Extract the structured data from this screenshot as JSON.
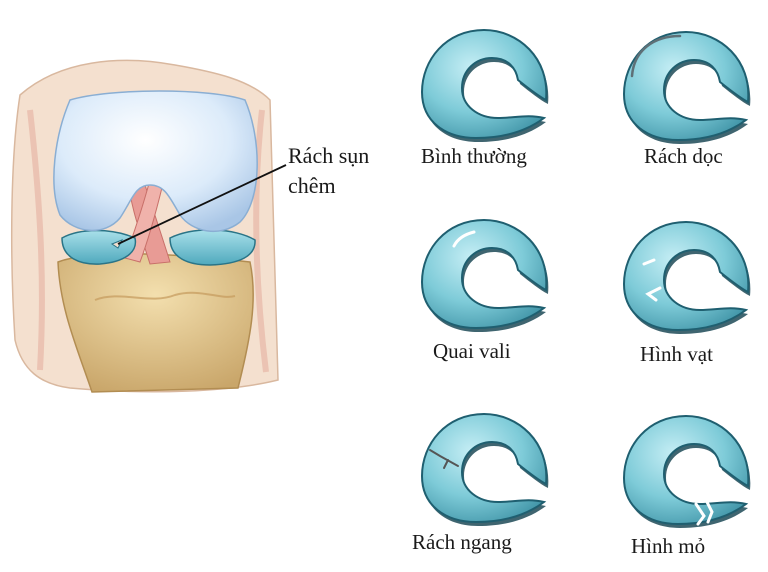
{
  "knee": {
    "callout_line1": "Rách sụn",
    "callout_line2": "chêm"
  },
  "tears": [
    {
      "label": "Bình thường",
      "type": "normal"
    },
    {
      "label": "Rách dọc",
      "type": "longitudinal"
    },
    {
      "label": "Quai vali",
      "type": "bucket-handle"
    },
    {
      "label": "Hình vạt",
      "type": "flap"
    },
    {
      "label": "Rách ngang",
      "type": "radial"
    },
    {
      "label": "Hình mỏ",
      "type": "parrot-beak"
    }
  ],
  "colors": {
    "meniscus_fill": "#7ecbd8",
    "meniscus_light": "#b9e6ee",
    "meniscus_dark": "#1f5f70",
    "femur": "#e6f1fb",
    "tibia": "#e9cf95",
    "skin": "#f3dcc8"
  }
}
